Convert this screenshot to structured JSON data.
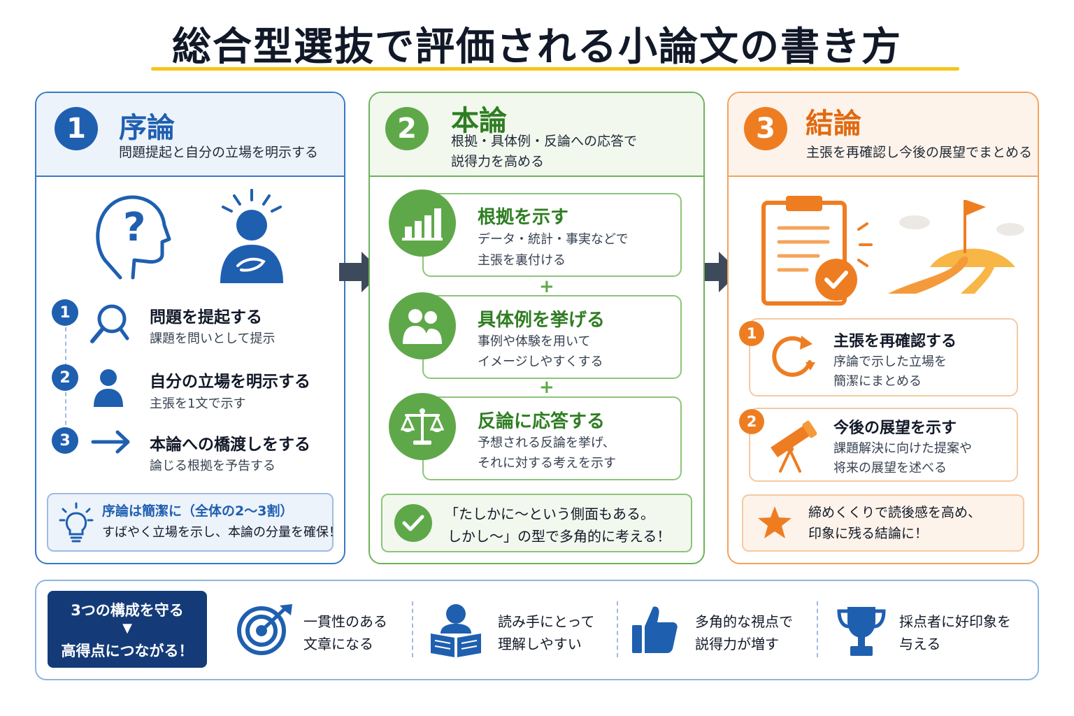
{
  "title": "総合型選抜で評価される小論文の書き方",
  "colors": {
    "blue": "#1f5fb0",
    "green": "#5fa84a",
    "orange": "#ee7d22",
    "navy": "#143b78",
    "accent_yellow": "#f5c518"
  },
  "intro": {
    "number": "1",
    "title": "序論",
    "subtitle": "問題提起と自分の立場を明示する",
    "steps": [
      {
        "number": "1",
        "icon": "magnifier-icon",
        "title": "問題を提起する",
        "desc": "課題を問いとして提示"
      },
      {
        "number": "2",
        "icon": "person-icon",
        "title": "自分の立場を明示する",
        "desc": "主張を1文で示す"
      },
      {
        "number": "3",
        "icon": "arrow-right-icon",
        "title": "本論への橋渡しをする",
        "desc": "論じる根拠を予告する"
      }
    ],
    "tip": {
      "icon": "lightbulb-icon",
      "line1": "序論は簡潔に（全体の2〜3割）",
      "line2": "すばやく立場を示し、本論の分量を確保！"
    }
  },
  "body": {
    "number": "2",
    "title": "本論",
    "subtitle_line1": "根拠・具体例・反論への応答で",
    "subtitle_line2": "説得力を高める",
    "cards": [
      {
        "icon": "bar-chart-icon",
        "title": "根拠を示す",
        "desc_line1": "データ・統計・事実などで",
        "desc_line2": "主張を裏付ける"
      },
      {
        "icon": "people-icon",
        "title": "具体例を挙げる",
        "desc_line1": "事例や体験を用いて",
        "desc_line2": "イメージしやすくする"
      },
      {
        "icon": "scale-icon",
        "title": "反論に応答する",
        "desc_line1": "予想される反論を挙げ、",
        "desc_line2": "それに対する考えを示す"
      }
    ],
    "plus": "+",
    "tip": {
      "icon": "check-icon",
      "line1": "「たしかに〜という側面もある。",
      "line2": "しかし〜」の型で多角的に考える！"
    }
  },
  "conclusion": {
    "number": "3",
    "title": "結論",
    "subtitle": "主張を再確認し今後の展望でまとめる",
    "cards": [
      {
        "number": "1",
        "icon": "refresh-icon",
        "title": "主張を再確認する",
        "desc_line1": "序論で示した立場を",
        "desc_line2": "簡潔にまとめる"
      },
      {
        "number": "2",
        "icon": "telescope-icon",
        "title": "今後の展望を示す",
        "desc_line1": "課題解決に向けた提案や",
        "desc_line2": "将来の展望を述べる"
      }
    ],
    "tip": {
      "icon": "star-icon",
      "line1": "締めくくりで読後感を高め、",
      "line2": "印象に残る結論に！"
    }
  },
  "bottom": {
    "badge_line1": "3つの構成を守る",
    "badge_arrow": "▼",
    "badge_line2": "高得点につながる！",
    "items": [
      {
        "icon": "target-icon",
        "line1": "一貫性のある",
        "line2": "文章になる"
      },
      {
        "icon": "reader-icon",
        "line1": "読み手にとって",
        "line2": "理解しやすい"
      },
      {
        "icon": "thumbs-up-icon",
        "line1": "多角的な視点で",
        "line2": "説得力が増す"
      },
      {
        "icon": "trophy-icon",
        "line1": "採点者に好印象を",
        "line2": "与える"
      }
    ]
  }
}
